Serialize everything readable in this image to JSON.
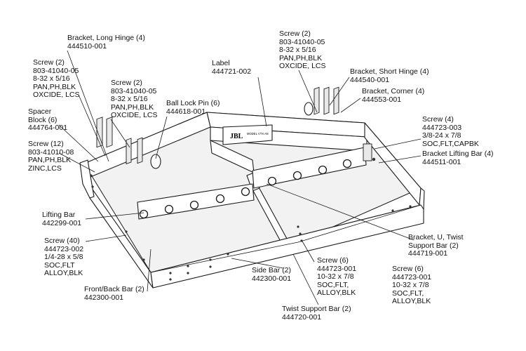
{
  "callouts": {
    "bracket_long_hinge": [
      "Bracket, Long Hinge (4)",
      "444510-001"
    ],
    "screw_top_left": [
      "Screw (2)",
      "803-41040-05",
      "8-32 x 5/16",
      "PAN,PH,BLK",
      "OXCIDE, LCS"
    ],
    "screw_mid_left": [
      "Screw (2)",
      "803-41040-05",
      "8-32 x 5/16",
      "PAN,PH,BLK",
      "OXCIDE, LCS"
    ],
    "spacer_block": [
      "Spacer",
      "Block (6)",
      "444764-001"
    ],
    "screw_12": [
      "Screw (12)",
      "803-41010-08",
      "PAN,PH,BLK",
      "ZINC,LCS"
    ],
    "ball_lock_pin": [
      "Ball Lock Pin (6)",
      "444618-001"
    ],
    "label": [
      "Label",
      "444721-002"
    ],
    "screw_top_right": [
      "Screw (2)",
      "803-41040-05",
      "8-32 x 5/16",
      "PAN,PH,BLK",
      "OXCIDE, LCS"
    ],
    "bracket_short_hinge": [
      "Bracket, Short Hinge (4)",
      "444540-001"
    ],
    "bracket_corner": [
      "Bracket, Corner (4)",
      "444553-001"
    ],
    "screw_4": [
      "Screw (4)",
      "444723-003",
      "3/8-24 x 7/8",
      "SOC,FLT,CAPBK"
    ],
    "bracket_lifting_bar": [
      "Bracket Lifting Bar (4)",
      "444511-001"
    ],
    "lifting_bar": [
      "Lifting Bar",
      "442299-001"
    ],
    "screw_40": [
      "Screw (40)",
      "444723-002",
      "1/4-28 x 5/8",
      "SOC,FLT",
      "ALLOY,BLK"
    ],
    "bracket_u": [
      "Bracket, U, Twist",
      "Support Bar (2)",
      "444719-001"
    ],
    "screw_6_center": [
      "Screw (6)",
      "444723-001",
      "10-32 x 7/8",
      "SOC,FLT,",
      "ALLOY,BLK"
    ],
    "screw_6_right": [
      "Screw (6)",
      "444723-001",
      "10-32 x 7/8",
      "SOC,FLT,",
      "ALLOY,BLK"
    ],
    "side_bar": [
      "Side Bar (2)",
      "442300-001"
    ],
    "front_back_bar": [
      "Front/Back Bar (2)",
      "442300-001"
    ],
    "twist_support_bar": [
      "Twist Support Bar (2)",
      "444720-001"
    ]
  },
  "plate_text": [
    "JBL",
    "MODEL VTX-A8"
  ]
}
